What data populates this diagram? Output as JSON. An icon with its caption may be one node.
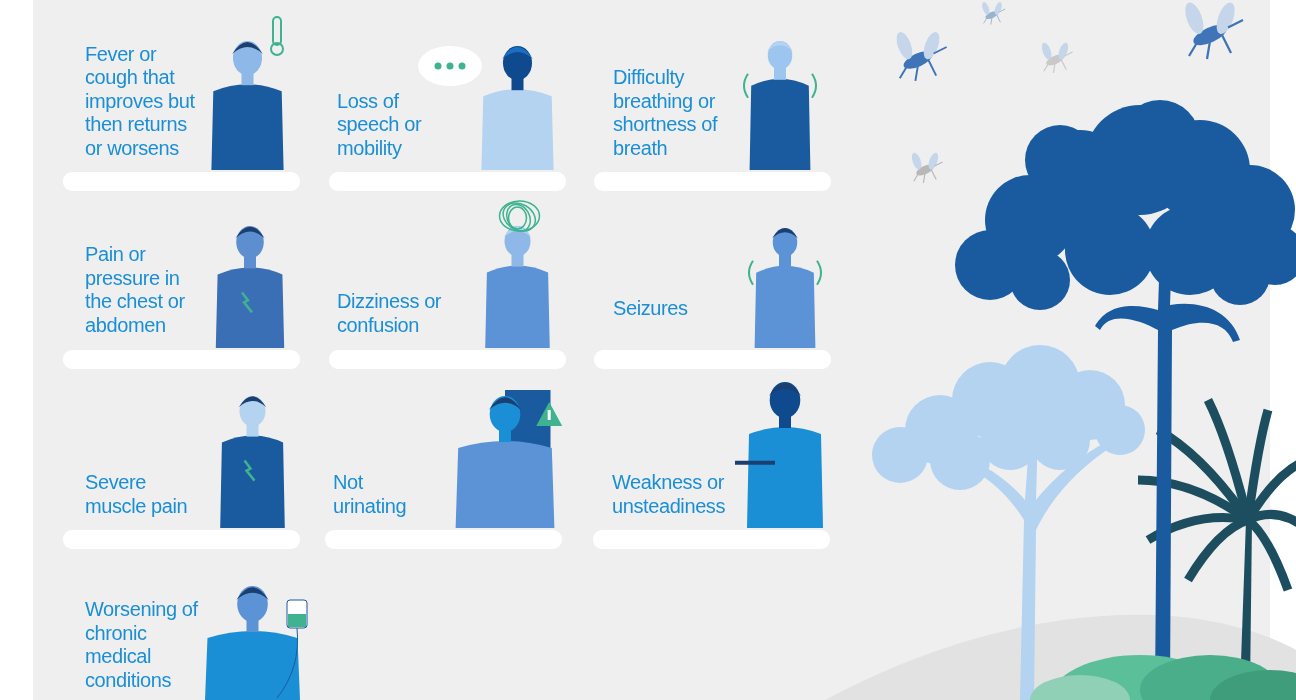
{
  "diagram": {
    "nodes": [
      {
        "text": [
          "Fever or cough that improves but then returns or worsens"
        ]
      },
      {
        "text": [
          "Loss of speech or mobility"
        ]
      },
      {
        "text": [
          "Difficulty breathing or shortness of breath"
        ]
      },
      {
        "text": [
          "Pain or pressure in the chest or abdomen"
        ]
      },
      {
        "text": [
          "Dizziness or confusion"
        ]
      },
      {
        "text": [
          "Seizures"
        ]
      },
      {
        "text": [
          "Severe muscle pain"
        ]
      },
      {
        "text": [
          "Not urinating"
        ]
      },
      {
        "text": [
          "Weakness or unsteadiness"
        ]
      },
      {
        "text": [
          "Worsening of chronic medical conditions"
        ]
      }
    ]
  }
}
